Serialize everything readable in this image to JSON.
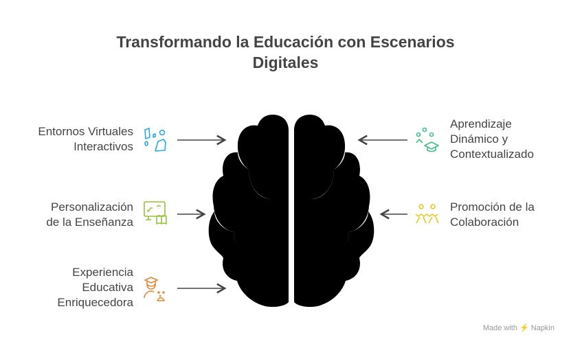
{
  "title_line1": "Transformando la Educación con Escenarios",
  "title_line2": "Digitales",
  "left_items": [
    {
      "label_lines": [
        "Entornos Virtuales",
        "Interactivos"
      ],
      "icon": "vr-user-icon",
      "color": "#29a9d9"
    },
    {
      "label_lines": [
        "Personalización",
        "de la Enseñanza"
      ],
      "icon": "board-book-icon",
      "color": "#95c13d"
    },
    {
      "label_lines": [
        "Experiencia",
        "Educativa",
        "Enriquecedora"
      ],
      "icon": "graduate-icon",
      "color": "#e0883a"
    }
  ],
  "right_items": [
    {
      "label_lines": [
        "Aprendizaje",
        "Dinámico y",
        "Contextualizado"
      ],
      "icon": "graduation-network-icon",
      "color": "#3dbf84"
    },
    {
      "label_lines": [
        "Promoción de la",
        "Colaboración"
      ],
      "icon": "group-icon",
      "color": "#e2c928"
    }
  ],
  "footer": "Made with ⚡ Napkin"
}
